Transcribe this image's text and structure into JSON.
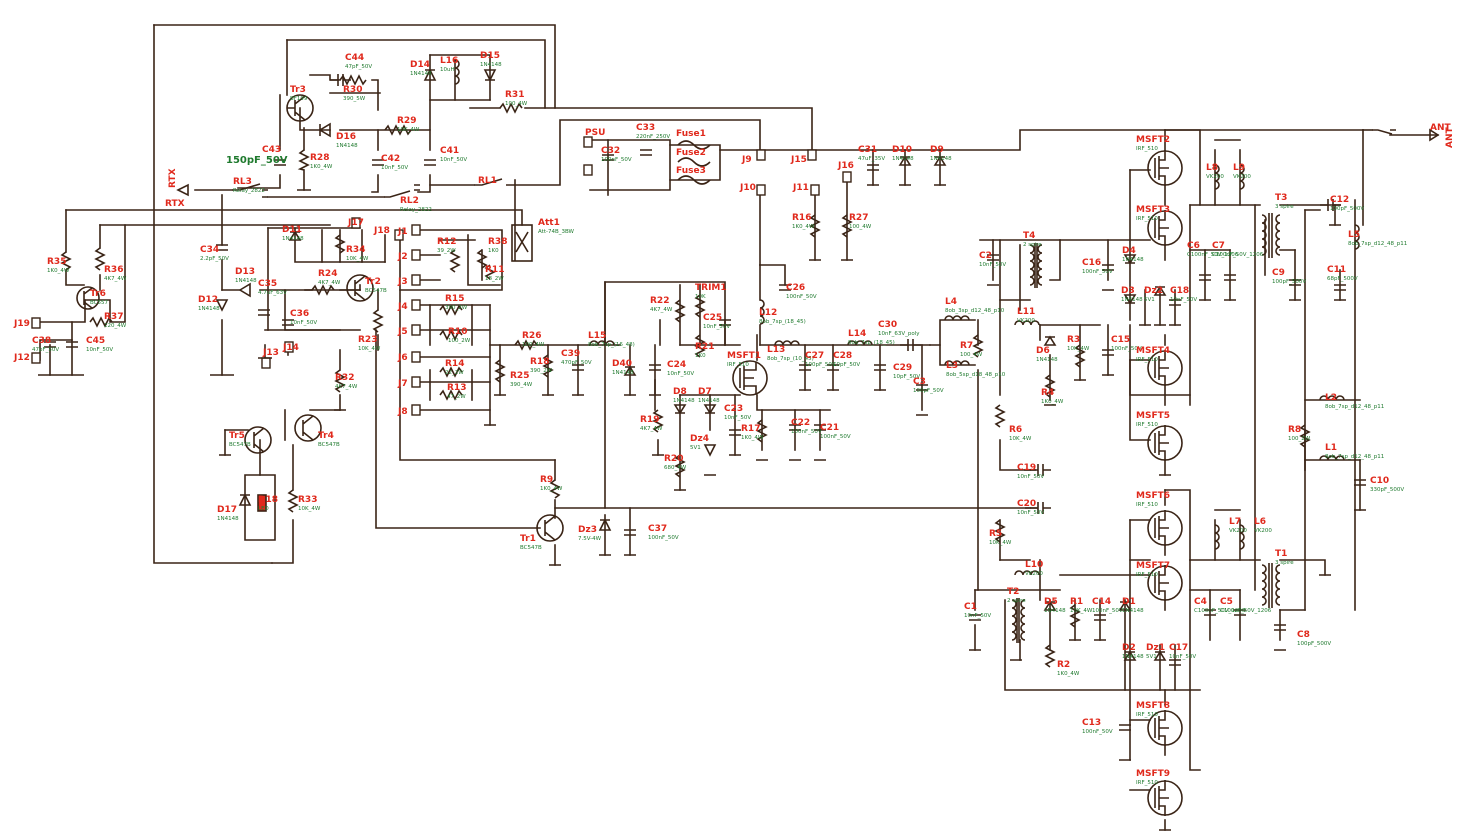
{
  "components": [
    {
      "ref": "Tr3",
      "value": "BF199"
    },
    {
      "ref": "C44",
      "value": "47pF_50V"
    },
    {
      "ref": "R30",
      "value": "390_5W"
    },
    {
      "ref": "D16",
      "value": "1N4148"
    },
    {
      "ref": "R29",
      "value": "10K_4W"
    },
    {
      "ref": "C42",
      "value": "10nF_50V"
    },
    {
      "ref": "C41",
      "value": "10nF_50V"
    },
    {
      "ref": "R28",
      "value": "1K0_4W"
    },
    {
      "ref": "C43",
      "value": "150pF_50V"
    },
    {
      "ref": "D14",
      "value": "1N4148"
    },
    {
      "ref": "L16",
      "value": "10uH"
    },
    {
      "ref": "D15",
      "value": "1N4148"
    },
    {
      "ref": "R31",
      "value": "100_4W"
    },
    {
      "ref": "RL3",
      "value": "Relay_2822"
    },
    {
      "ref": "RL2",
      "value": "Relay_2822"
    },
    {
      "ref": "RL1",
      "value": ""
    },
    {
      "ref": "C33",
      "value": "220nF_250V"
    },
    {
      "ref": "PSU",
      "value": ""
    },
    {
      "ref": "C32",
      "value": "100nF_50V"
    },
    {
      "ref": "Fuse1",
      "value": ""
    },
    {
      "ref": "Fuse2",
      "value": ""
    },
    {
      "ref": "Fuse3",
      "value": ""
    },
    {
      "ref": "J9",
      "value": ""
    },
    {
      "ref": "J15",
      "value": ""
    },
    {
      "ref": "J16",
      "value": ""
    },
    {
      "ref": "C31",
      "value": "47uF_35V"
    },
    {
      "ref": "D10",
      "value": "1N4148"
    },
    {
      "ref": "D9",
      "value": "1N4148"
    },
    {
      "ref": "J10",
      "value": ""
    },
    {
      "ref": "J11",
      "value": ""
    },
    {
      "ref": "R16",
      "value": "1K0_4W"
    },
    {
      "ref": "R27",
      "value": "100_4W"
    },
    {
      "ref": "Att1",
      "value": "Att-74B_3BW"
    },
    {
      "ref": "J17",
      "value": ""
    },
    {
      "ref": "J18",
      "value": ""
    },
    {
      "ref": "D11",
      "value": "1N4148"
    },
    {
      "ref": "R34",
      "value": "10K_4W"
    },
    {
      "ref": "C34",
      "value": "2.2pF_50V"
    },
    {
      "ref": "D13",
      "value": "1N4148"
    },
    {
      "ref": "D12",
      "value": "1N4148"
    },
    {
      "ref": "C35",
      "value": "4.7uF_63V"
    },
    {
      "ref": "C36",
      "value": "10nF_50V"
    },
    {
      "ref": "R24",
      "value": "4K7_4W"
    },
    {
      "ref": "Tr2",
      "value": "BC547B"
    },
    {
      "ref": "R23",
      "value": "10K_4W"
    },
    {
      "ref": "J13",
      "value": ""
    },
    {
      "ref": "J14",
      "value": ""
    },
    {
      "ref": "R35",
      "value": "1K0_4W"
    },
    {
      "ref": "R36",
      "value": "4K7_4W"
    },
    {
      "ref": "Tr6",
      "value": "BC557"
    },
    {
      "ref": "R37",
      "value": "220_4W"
    },
    {
      "ref": "J19",
      "value": ""
    },
    {
      "ref": "J12",
      "value": ""
    },
    {
      "ref": "C38",
      "value": "47pF_50V"
    },
    {
      "ref": "C45",
      "value": "10nF_50V"
    },
    {
      "ref": "R32",
      "value": "4K7_4W"
    },
    {
      "ref": "Tr5",
      "value": "BC547B"
    },
    {
      "ref": "Tr4",
      "value": "BC547B"
    },
    {
      "ref": "D17",
      "value": "1N4148"
    },
    {
      "ref": "D18",
      "value": "LED"
    },
    {
      "ref": "R33",
      "value": "10K_4W"
    },
    {
      "ref": "J1",
      "value": ""
    },
    {
      "ref": "J2",
      "value": ""
    },
    {
      "ref": "J3",
      "value": ""
    },
    {
      "ref": "J4",
      "value": ""
    },
    {
      "ref": "J5",
      "value": ""
    },
    {
      "ref": "J6",
      "value": ""
    },
    {
      "ref": "J7",
      "value": ""
    },
    {
      "ref": "J8",
      "value": ""
    },
    {
      "ref": "R12",
      "value": "39_2W"
    },
    {
      "ref": "R38",
      "value": "1K0"
    },
    {
      "ref": "R11",
      "value": "18_2W"
    },
    {
      "ref": "R15",
      "value": "390_2W"
    },
    {
      "ref": "R10",
      "value": "100_2W"
    },
    {
      "ref": "R14",
      "value": "22_2W"
    },
    {
      "ref": "R13",
      "value": "47_2W"
    },
    {
      "ref": "R26",
      "value": "100_4W"
    },
    {
      "ref": "R25",
      "value": "390_4W"
    },
    {
      "ref": "R18",
      "value": "390_2W"
    },
    {
      "ref": "C39",
      "value": "470pF_50V"
    },
    {
      "ref": "L15",
      "value": "8ob_7sp_(16_48)"
    },
    {
      "ref": "D40",
      "value": "1N4148"
    },
    {
      "ref": "R22",
      "value": "4K7_4W"
    },
    {
      "ref": "TRIM1",
      "value": "10K"
    },
    {
      "ref": "C25",
      "value": "10nF_50V"
    },
    {
      "ref": "R21",
      "value": "1K0"
    },
    {
      "ref": "C24",
      "value": "10nF_50V"
    },
    {
      "ref": "MSFT1",
      "value": "IRF_510"
    },
    {
      "ref": "D8",
      "value": "1N4148"
    },
    {
      "ref": "D7",
      "value": "1N4148"
    },
    {
      "ref": "Dz4",
      "value": "5V1"
    },
    {
      "ref": "C23",
      "value": "10nF_50V"
    },
    {
      "ref": "R19",
      "value": "4K7_4W"
    },
    {
      "ref": "R20",
      "value": "680_4W"
    },
    {
      "ref": "R17",
      "value": "1K0_4W"
    },
    {
      "ref": "C22",
      "value": "100nF_50V"
    },
    {
      "ref": "C21",
      "value": "100nF_50V"
    },
    {
      "ref": "L12",
      "value": "8ob_7sp_(18_45)"
    },
    {
      "ref": "C26",
      "value": "100nF_50V"
    },
    {
      "ref": "L13",
      "value": "8ob_7sp_(10_45)"
    },
    {
      "ref": "C27",
      "value": "100pF_50V"
    },
    {
      "ref": "C28",
      "value": "10pF_50V"
    },
    {
      "ref": "L14",
      "value": "8ob_7sp_(18_45)"
    },
    {
      "ref": "C30",
      "value": "10nF_63V_poly"
    },
    {
      "ref": "C29",
      "value": "10pF_50V"
    },
    {
      "ref": "L4",
      "value": "8ob_3sp_d12_48_p10"
    },
    {
      "ref": "L3",
      "value": "8ob_5sp_d18_48_p10"
    },
    {
      "ref": "C3",
      "value": "100pF_50V"
    },
    {
      "ref": "R7",
      "value": "100_4W"
    },
    {
      "ref": "Tr1",
      "value": "BC547B"
    },
    {
      "ref": "R9",
      "value": "1K0_4W"
    },
    {
      "ref": "Dz3",
      "value": "7.5V-4W"
    },
    {
      "ref": "C37",
      "value": "100nF_50V"
    },
    {
      "ref": "C2",
      "value": "10nF_50V"
    },
    {
      "ref": "T4",
      "value": "2 spire"
    },
    {
      "ref": "C16",
      "value": "100nF_50V"
    },
    {
      "ref": "D4",
      "value": "1N4148"
    },
    {
      "ref": "MSFT2",
      "value": "IRF_510"
    },
    {
      "ref": "MSFT3",
      "value": "IRF_510"
    },
    {
      "ref": "L8",
      "value": "VK200"
    },
    {
      "ref": "L9",
      "value": "VK200"
    },
    {
      "ref": "C6",
      "value": "C100nF_50V_1206"
    },
    {
      "ref": "C7",
      "value": "C100nF_50V_1206"
    },
    {
      "ref": "T3",
      "value": "3 spire"
    },
    {
      "ref": "C12",
      "value": "100pF_500V"
    },
    {
      "ref": "C9",
      "value": "100pF_500V"
    },
    {
      "ref": "L5",
      "value": "8ob_7sp_d12_48_p11"
    },
    {
      "ref": "C11",
      "value": "68pF_500V"
    },
    {
      "ref": "L11",
      "value": "VK200"
    },
    {
      "ref": "D6",
      "value": "1N4148"
    },
    {
      "ref": "R3",
      "value": "10K_4W"
    },
    {
      "ref": "C15",
      "value": "100nF_50V"
    },
    {
      "ref": "R4",
      "value": "1K0_4W"
    },
    {
      "ref": "D3",
      "value": "1N4148"
    },
    {
      "ref": "Dz2",
      "value": "5V1"
    },
    {
      "ref": "C18",
      "value": "10nF_50V"
    },
    {
      "ref": "MSFT4",
      "value": "IRF_510"
    },
    {
      "ref": "MSFT5",
      "value": "IRF_510"
    },
    {
      "ref": "R6",
      "value": "10K_4W"
    },
    {
      "ref": "C19",
      "value": "10nF_50V"
    },
    {
      "ref": "C20",
      "value": "10nF_50V"
    },
    {
      "ref": "R5",
      "value": "10K_4W"
    },
    {
      "ref": "L10",
      "value": "VK200"
    },
    {
      "ref": "C1",
      "value": "10nF_50V"
    },
    {
      "ref": "T2",
      "value": "2 spire"
    },
    {
      "ref": "D5",
      "value": "1N4148"
    },
    {
      "ref": "R1",
      "value": "10K_4W"
    },
    {
      "ref": "C14",
      "value": "100nF_50V"
    },
    {
      "ref": "D1",
      "value": "1N4148"
    },
    {
      "ref": "R2",
      "value": "1K0_4W"
    },
    {
      "ref": "D2",
      "value": "1N4148"
    },
    {
      "ref": "Dz1",
      "value": "5V1"
    },
    {
      "ref": "C17",
      "value": "10nF_50V"
    },
    {
      "ref": "MSFT6",
      "value": "IRF_510"
    },
    {
      "ref": "MSFT7",
      "value": "IRF_510"
    },
    {
      "ref": "L7",
      "value": "VK200"
    },
    {
      "ref": "L6",
      "value": "VK200"
    },
    {
      "ref": "C4",
      "value": "C100nF_50V_1206"
    },
    {
      "ref": "C5",
      "value": "C100nF_50V_1206"
    },
    {
      "ref": "T1",
      "value": "3 spire"
    },
    {
      "ref": "C8",
      "value": "100pF_500V"
    },
    {
      "ref": "C13",
      "value": "100nF_50V"
    },
    {
      "ref": "MSFT8",
      "value": "IRF_510"
    },
    {
      "ref": "MSFT9",
      "value": "IRF_510"
    },
    {
      "ref": "R8",
      "value": "100_2W"
    },
    {
      "ref": "L2",
      "value": "8ob_7sp_d12_48_p11"
    },
    {
      "ref": "L1",
      "value": "8ob_7sp_d12_48_p11"
    },
    {
      "ref": "C10",
      "value": "330pF_500V"
    }
  ],
  "ports": [
    {
      "name": "RTX"
    },
    {
      "name": "ANT"
    }
  ]
}
